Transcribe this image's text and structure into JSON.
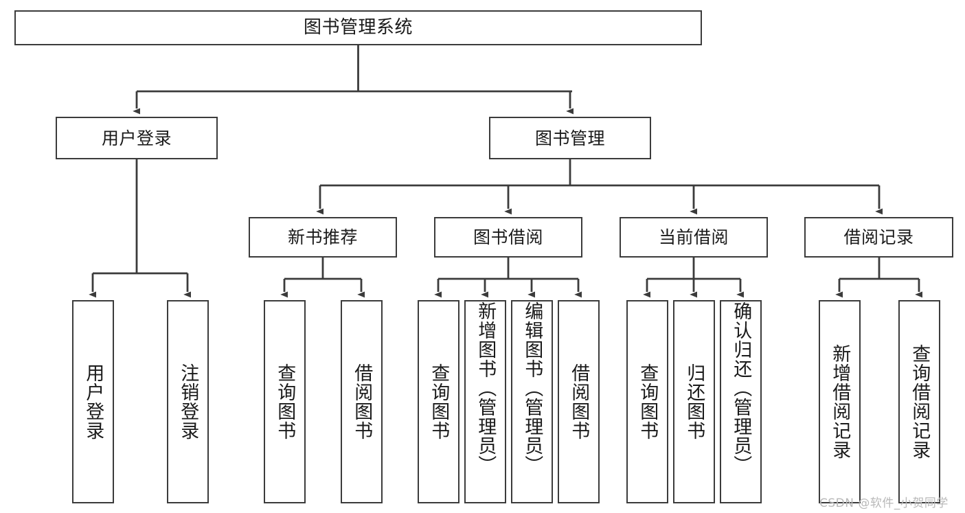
{
  "diagram": {
    "type": "hierarchy-tree",
    "title": "图书管理系统",
    "root": {
      "id": "root",
      "label": "图书管理系统"
    },
    "level2": [
      {
        "id": "user-login",
        "label": "用户登录"
      },
      {
        "id": "book-manage",
        "label": "图书管理"
      }
    ],
    "level3": [
      {
        "id": "new-book-rec",
        "label": "新书推荐",
        "parent": "book-manage"
      },
      {
        "id": "book-borrow",
        "label": "图书借阅",
        "parent": "book-manage"
      },
      {
        "id": "current-borrow",
        "label": "当前借阅",
        "parent": "book-manage"
      },
      {
        "id": "borrow-record",
        "label": "借阅记录",
        "parent": "book-manage"
      }
    ],
    "leaves": {
      "user-login": [
        {
          "id": "leaf-user-login",
          "label": "用户登录"
        },
        {
          "id": "leaf-user-logout",
          "label": "注销登录"
        }
      ],
      "new-book-rec": [
        {
          "id": "leaf-query-book-1",
          "label": "查询图书"
        },
        {
          "id": "leaf-borrow-book-1",
          "label": "借阅图书"
        }
      ],
      "book-borrow": [
        {
          "id": "leaf-query-book-2",
          "label": "查询图书"
        },
        {
          "id": "leaf-add-book",
          "label": "新增图书（管理员）"
        },
        {
          "id": "leaf-edit-book",
          "label": "编辑图书（管理员）"
        },
        {
          "id": "leaf-borrow-book-2",
          "label": "借阅图书"
        }
      ],
      "current-borrow": [
        {
          "id": "leaf-query-book-3",
          "label": "查询图书"
        },
        {
          "id": "leaf-return-book",
          "label": "归还图书"
        },
        {
          "id": "leaf-confirm-return",
          "label": "确认归还（管理员）"
        }
      ],
      "borrow-record": [
        {
          "id": "leaf-add-record",
          "label": "新增借阅记录"
        },
        {
          "id": "leaf-query-record",
          "label": "查询借阅记录"
        }
      ]
    }
  },
  "watermark": {
    "text": "CSDN @软件_小贺同学"
  },
  "colors": {
    "stroke": "#3b3b3b",
    "fill": "#ffffff",
    "text": "#1a1a1a",
    "watermark": "#b9b9b9"
  }
}
